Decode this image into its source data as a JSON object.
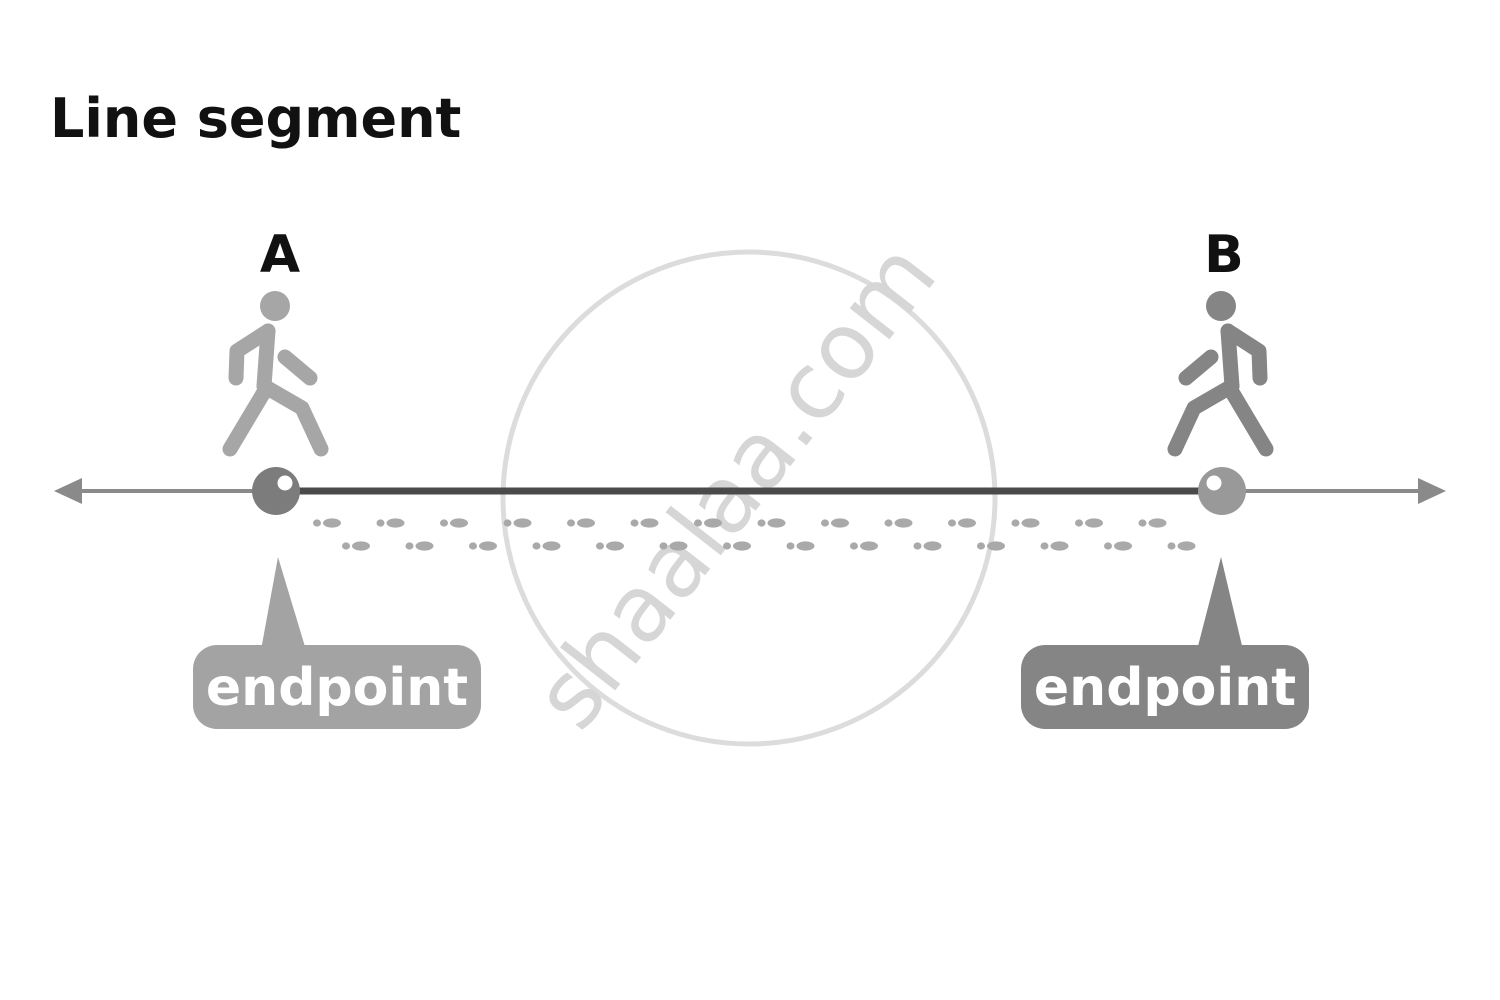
{
  "title": "Line segment",
  "points": {
    "a": {
      "label": "A"
    },
    "b": {
      "label": "B"
    }
  },
  "callouts": {
    "a": {
      "text": "endpoint"
    },
    "b": {
      "text": "endpoint"
    }
  },
  "watermark": {
    "text": "shaalaa.com"
  },
  "colors": {
    "segment": "#4a4a4a",
    "line_arrow": "#8a8a8a",
    "walker_a": "#a6a6a6",
    "walker_b": "#858585",
    "callout_a": "#a3a3a3",
    "callout_b": "#858585",
    "footprints": "#a9a9a9",
    "watermark": "#d6d6d6"
  },
  "icons": {
    "walker_a": "walking-person-icon",
    "walker_b": "walking-person-icon",
    "footprints": "footprints-icon",
    "watermark": "watermark-seal"
  }
}
